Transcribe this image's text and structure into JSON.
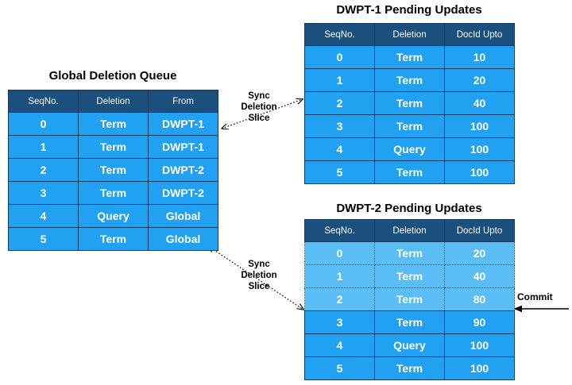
{
  "diagram": {
    "title_global": "Global Deletion Queue",
    "title_dwpt1": "DWPT-1 Pending Updates",
    "title_dwpt2": "DWPT-2 Pending Updates",
    "background_color": "#ffffff",
    "header_color": "#1b4f7e",
    "cell_color": "#21a1f1",
    "slice_cell_color": "#5bbdf5"
  },
  "global_queue": {
    "columns": [
      "SeqNo.",
      "Deletion",
      "From"
    ],
    "rows": [
      {
        "seqno": "0",
        "deletion": "Term",
        "from": "DWPT-1"
      },
      {
        "seqno": "1",
        "deletion": "Term",
        "from": "DWPT-1"
      },
      {
        "seqno": "2",
        "deletion": "Term",
        "from": "DWPT-2"
      },
      {
        "seqno": "3",
        "deletion": "Term",
        "from": "DWPT-2"
      },
      {
        "seqno": "4",
        "deletion": "Query",
        "from": "Global"
      },
      {
        "seqno": "5",
        "deletion": "Term",
        "from": "Global"
      }
    ]
  },
  "dwpt1": {
    "columns": [
      "SeqNo.",
      "Deletion",
      "DocId Upto"
    ],
    "rows": [
      {
        "seqno": "0",
        "deletion": "Term",
        "docid": "10"
      },
      {
        "seqno": "1",
        "deletion": "Term",
        "docid": "20"
      },
      {
        "seqno": "2",
        "deletion": "Term",
        "docid": "40"
      },
      {
        "seqno": "3",
        "deletion": "Term",
        "docid": "100"
      },
      {
        "seqno": "4",
        "deletion": "Query",
        "docid": "100"
      },
      {
        "seqno": "5",
        "deletion": "Term",
        "docid": "100"
      }
    ]
  },
  "dwpt2": {
    "columns": [
      "SeqNo.",
      "Deletion",
      "DocId Upto"
    ],
    "rows": [
      {
        "seqno": "0",
        "deletion": "Term",
        "docid": "20",
        "sliced": true
      },
      {
        "seqno": "1",
        "deletion": "Term",
        "docid": "40",
        "sliced": true
      },
      {
        "seqno": "2",
        "deletion": "Term",
        "docid": "80",
        "sliced": true
      },
      {
        "seqno": "3",
        "deletion": "Term",
        "docid": "90",
        "sliced": false
      },
      {
        "seqno": "4",
        "deletion": "Query",
        "docid": "100",
        "sliced": false
      },
      {
        "seqno": "5",
        "deletion": "Term",
        "docid": "100",
        "sliced": false
      }
    ]
  },
  "annotations": {
    "sync_top_line1": "Sync",
    "sync_top_line2": "Deletion",
    "sync_top_line3": "Slice",
    "sync_bottom_line1": "Sync",
    "sync_bottom_line2": "Deletion",
    "sync_bottom_line3": "Slice",
    "commit": "Commit"
  }
}
